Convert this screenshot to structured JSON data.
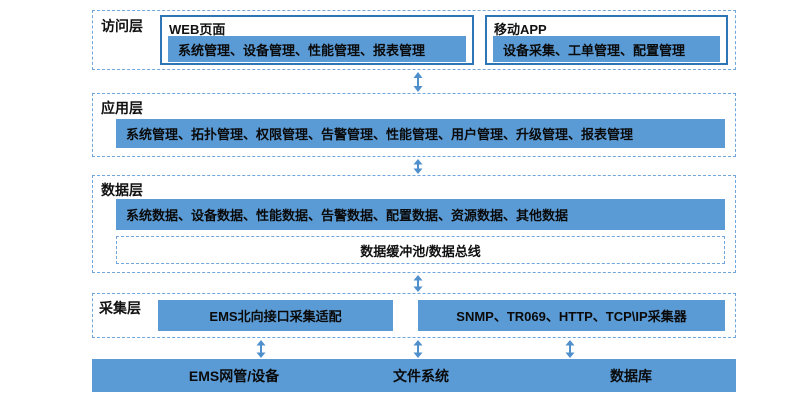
{
  "colors": {
    "bar_fill": "#5B9BD5",
    "solid_border": "#2E75B6",
    "dashed_border": "#70A6DC",
    "arrow": "#4E8FCC",
    "text": "#111111"
  },
  "layers": {
    "access": {
      "label": "访问层",
      "web": {
        "title": "WEB页面",
        "bar": "系统管理、设备管理、性能管理、报表管理"
      },
      "app": {
        "title": "移动APP",
        "bar": "设备采集、工单管理、配置管理"
      }
    },
    "application": {
      "label": "应用层",
      "bar": "系统管理、拓扑管理、权限管理、告警管理、性能管理、用户管理、升级管理、报表管理"
    },
    "data": {
      "label": "数据层",
      "bar": "系统数据、设备数据、性能数据、告警数据、配置数据、资源数据、其他数据",
      "bus": "数据缓冲池/数据总线"
    },
    "collection": {
      "label": "采集层",
      "adapter": "EMS北向接口采集适配",
      "collector": "SNMP、TR069、HTTP、TCP\\IP采集器"
    }
  },
  "bottom": {
    "items": [
      "EMS网管/设备",
      "文件系统",
      "数据库"
    ]
  }
}
